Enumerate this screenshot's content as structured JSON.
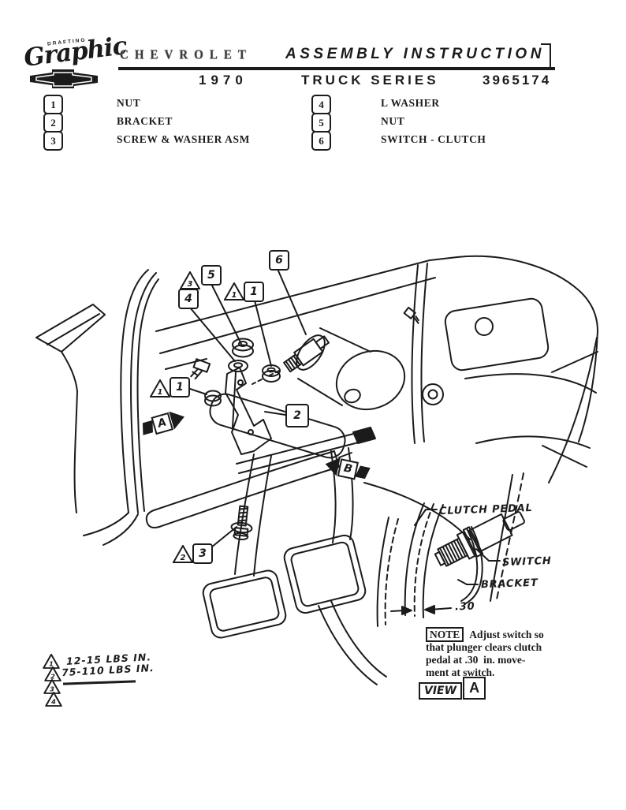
{
  "header": {
    "logo_drafting": "DRAFTING",
    "logo_script": "Graphic",
    "brand": "CHEVROLET",
    "title": "ASSEMBLY INSTRUCTION",
    "year": "1970",
    "series": "TRUCK SERIES",
    "doc_number": "3965174"
  },
  "parts": [
    {
      "num": "1",
      "label": "NUT"
    },
    {
      "num": "2",
      "label": "BRACKET"
    },
    {
      "num": "3",
      "label": "SCREW & WASHER ASM"
    },
    {
      "num": "4",
      "label": "L WASHER"
    },
    {
      "num": "5",
      "label": "NUT"
    },
    {
      "num": "6",
      "label": "SWITCH - CLUTCH"
    }
  ],
  "diagram": {
    "callouts": {
      "item6": "6",
      "item5": "5",
      "item4": "4",
      "item1_a": "1",
      "item1_b": "1",
      "item2": "2",
      "item3": "3"
    },
    "flags": {
      "flag3": "3",
      "flag1_a": "1",
      "flag1_b": "1",
      "flag2": "2"
    },
    "view_arrows": {
      "a": "A",
      "b": "B"
    },
    "inset": {
      "clutch_pedal_label": "CLUTCH PEDAL",
      "switch_label": "SWITCH",
      "bracket_label": "BRACKET",
      "dimension": ".30"
    },
    "note": {
      "label": "NOTE",
      "lines": [
        "Adjust switch so",
        "that plunger clears clutch",
        "pedal at .30  in. move-",
        "ment at switch."
      ]
    },
    "view_ref": {
      "prefix": "VIEW",
      "letter": "A"
    },
    "torque_notes": [
      {
        "flag": "1",
        "text": "12-15 LBS IN."
      },
      {
        "flag": "2",
        "text": "75-110 LBS IN."
      },
      {
        "flag": "3",
        "text": ""
      },
      {
        "flag": "4",
        "text": ""
      }
    ]
  }
}
